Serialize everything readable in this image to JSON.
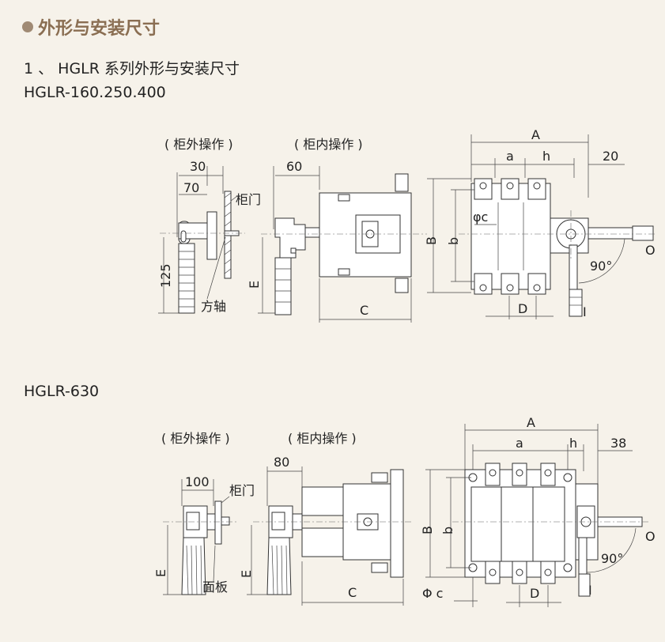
{
  "header": {
    "section_title": "外形与安装尺寸",
    "item_title": "1 、 HGLR 系列外形与安装尺寸",
    "model1": "HGLR-160.250.400",
    "model2": "HGLR-630"
  },
  "drawing1": {
    "outside_label": "( 柜外操作 )",
    "inside_label": "( 柜内操作 )",
    "dim_30": "30",
    "dim_70": "70",
    "dim_60": "60",
    "dim_125": "125",
    "cabinet_door": "柜门",
    "square_shaft": "方轴",
    "dim_E": "E",
    "dim_C": "C",
    "dim_A": "A",
    "dim_a": "a",
    "dim_h": "h",
    "dim_20": "20",
    "dim_B": "B",
    "dim_b": "b",
    "dim_phic": "φc",
    "dim_D": "D",
    "pos_O": "O",
    "pos_I": "I",
    "angle": "90°"
  },
  "drawing2": {
    "outside_label": "( 柜外操作 )",
    "inside_label": "( 柜内操作 )",
    "dim_100": "100",
    "dim_80": "80",
    "cabinet_door": "柜门",
    "panel": "面板",
    "dim_E1": "E",
    "dim_E2": "E",
    "dim_C": "C",
    "dim_A": "A",
    "dim_a": "a",
    "dim_h": "h",
    "dim_38": "38",
    "dim_B": "B",
    "dim_b": "b",
    "dim_phic": "Φ c",
    "dim_D": "D",
    "pos_O": "O",
    "pos_I": "I",
    "angle": "90°"
  }
}
